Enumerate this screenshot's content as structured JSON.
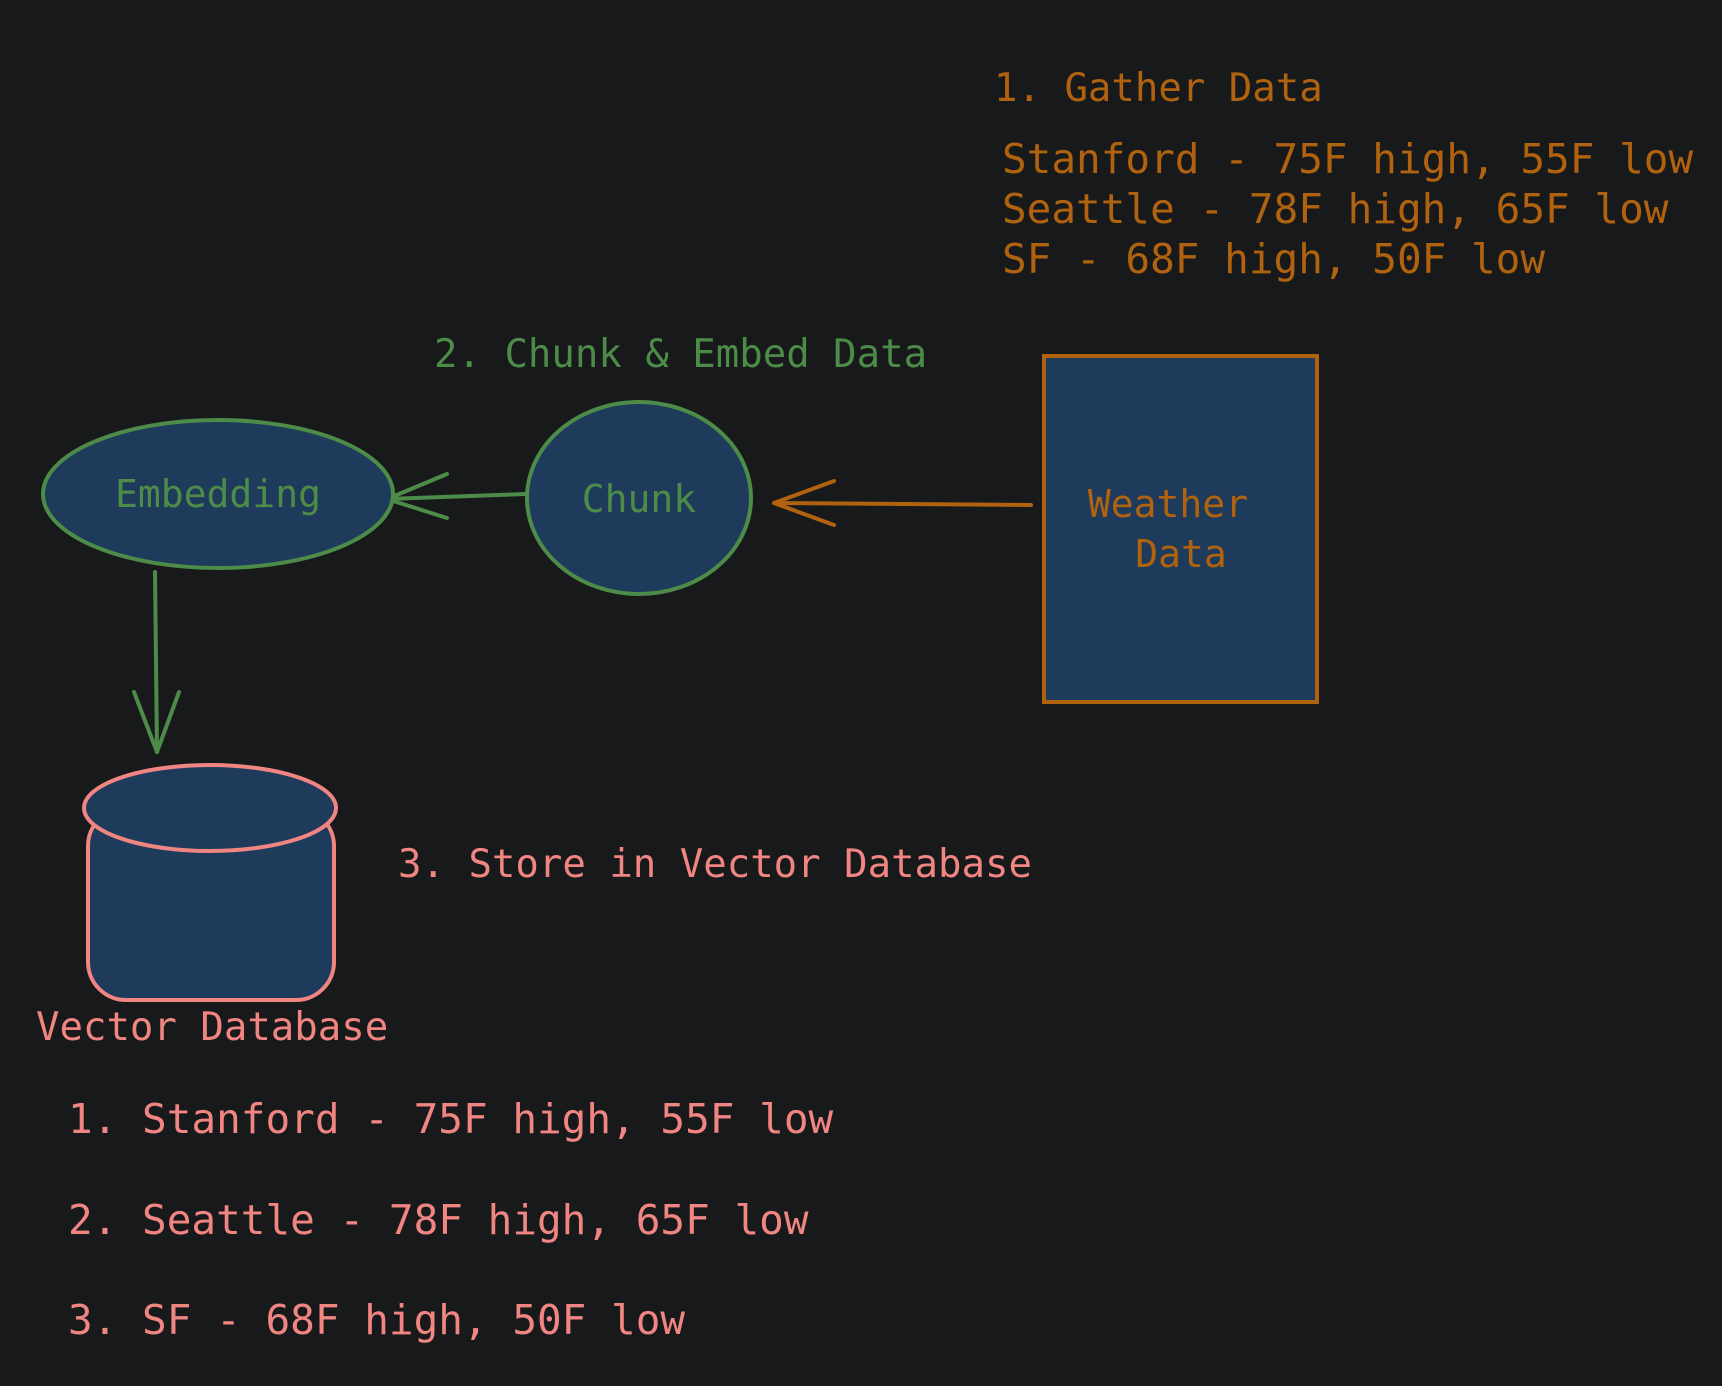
{
  "colors": {
    "background": "#18191b",
    "node_fill": "#1f3b5c",
    "gather_orange": "#b0620e",
    "embed_green": "#4c8b48",
    "store_pink": "#f08582"
  },
  "step1": {
    "heading": "1. Gather Data",
    "lines": [
      "Stanford - 75F high, 55F low",
      "Seattle - 78F high, 65F low",
      "SF - 68F high, 50F low"
    ]
  },
  "step2": {
    "heading": "2. Chunk & Embed Data"
  },
  "step3": {
    "heading": "3. Store in Vector Database"
  },
  "nodes": {
    "weather_data": {
      "label_line1": "Weather",
      "label_line2": "Data"
    },
    "chunk": {
      "label": "Chunk"
    },
    "embedding": {
      "label": "Embedding"
    },
    "vector_db": {
      "label": "Vector Database"
    }
  },
  "vector_db_entries": [
    "1. Stanford - 75F high, 55F low",
    "2. Seattle - 78F high, 65F low",
    "3. SF - 68F high, 50F low"
  ]
}
